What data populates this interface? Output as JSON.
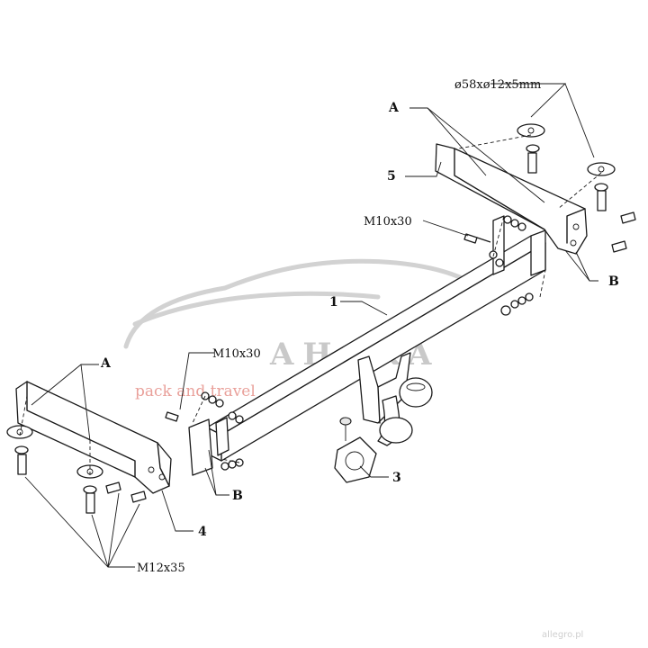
{
  "labels": {
    "washer_spec": "ø58xø12x5mm",
    "bolt_m10_top": "M10x30",
    "bolt_m10_left": "M10x30",
    "bolt_m12": "M12x35",
    "a_top": "A",
    "a_left": "A",
    "b_right": "B",
    "b_left": "B",
    "part_1": "1",
    "part_3": "3",
    "part_4": "4",
    "part_5": "5"
  },
  "watermark": {
    "brand": "AHAKA",
    "tagline": "pack and travel",
    "corner": "allegro.pl"
  },
  "colors": {
    "line": "#1a1a1a",
    "watermark_gray": "#c9c9c9",
    "watermark_red": "#e9a09a"
  }
}
